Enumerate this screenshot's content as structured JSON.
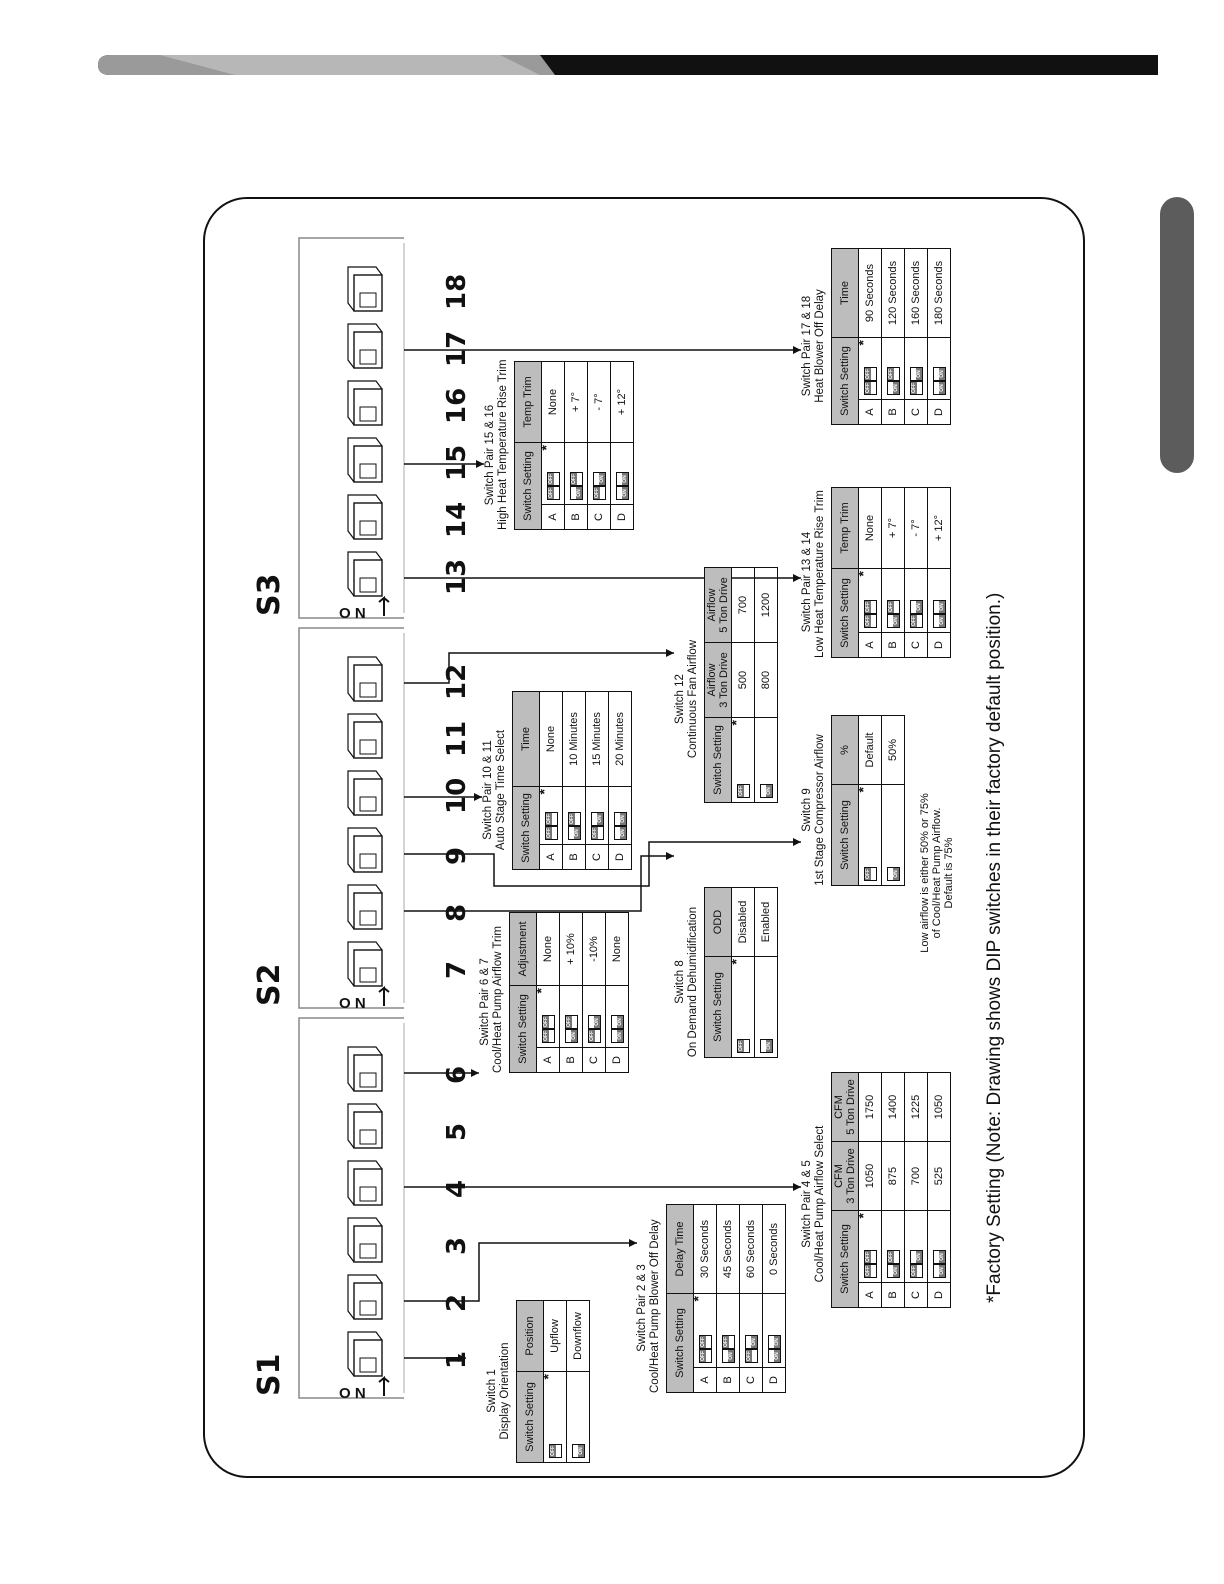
{
  "colors": {
    "header_dark": "#111111",
    "header_gray": "#9a9a9a",
    "side_tab": "#5c5c5c",
    "table_header": "#bdbdbd",
    "switch_state": "#777777"
  },
  "blocks": [
    {
      "id": "S1",
      "label": "S1",
      "on": [
        "O",
        "N"
      ],
      "switches": [
        "1",
        "2",
        "3",
        "4",
        "5",
        "6"
      ]
    },
    {
      "id": "S2",
      "label": "S2",
      "on": [
        "O",
        "N"
      ],
      "switches": [
        "7",
        "8",
        "9",
        "10",
        "11",
        "12"
      ]
    },
    {
      "id": "S3",
      "label": "S3",
      "on": [
        "O",
        "N"
      ],
      "switches": [
        "13",
        "14",
        "15",
        "16",
        "17",
        "18"
      ]
    }
  ],
  "settings": {
    "sw1": {
      "title": [
        "Switch 1",
        "Display Orientation"
      ],
      "columns": [
        "Switch Setting",
        "Position"
      ],
      "rows": [
        {
          "state": [
            "OFF"
          ],
          "value": "Upflow",
          "default": true
        },
        {
          "state": [
            "ON"
          ],
          "value": "Downflow"
        }
      ]
    },
    "sw23": {
      "title": [
        "Switch Pair 2 & 3",
        "Cool/Heat Pump Blower Off Delay"
      ],
      "columns": [
        "Switch Setting",
        "Delay Time"
      ],
      "rows": [
        {
          "letter": "A",
          "state": [
            "OFF",
            "OFF"
          ],
          "value": "30 Seconds",
          "default": true
        },
        {
          "letter": "B",
          "state": [
            "ON",
            "OFF"
          ],
          "value": "45 Seconds"
        },
        {
          "letter": "C",
          "state": [
            "OFF",
            "ON"
          ],
          "value": "60 Seconds"
        },
        {
          "letter": "D",
          "state": [
            "ON",
            "ON"
          ],
          "value": "0 Seconds"
        }
      ]
    },
    "sw45": {
      "title": [
        "Switch Pair 4 & 5",
        "Cool/Heat Pump Airflow Select"
      ],
      "columns": [
        "Switch Setting",
        "CFM\n3 Ton Drive",
        "CFM\n5 Ton Drive"
      ],
      "rows": [
        {
          "letter": "A",
          "state": [
            "OFF",
            "OFF"
          ],
          "values": [
            "1050",
            "1750"
          ],
          "default": true
        },
        {
          "letter": "B",
          "state": [
            "ON",
            "OFF"
          ],
          "values": [
            "875",
            "1400"
          ]
        },
        {
          "letter": "C",
          "state": [
            "OFF",
            "ON"
          ],
          "values": [
            "700",
            "1225"
          ]
        },
        {
          "letter": "D",
          "state": [
            "ON",
            "ON"
          ],
          "values": [
            "525",
            "1050"
          ]
        }
      ]
    },
    "sw67": {
      "title": [
        "Switch Pair 6 & 7",
        "Cool/Heat Pump Airflow Trim"
      ],
      "columns": [
        "Switch Setting",
        "Adjustment"
      ],
      "rows": [
        {
          "letter": "A",
          "state": [
            "OFF",
            "OFF"
          ],
          "value": "None",
          "default": true
        },
        {
          "letter": "B",
          "state": [
            "ON",
            "OFF"
          ],
          "value": "+ 10%"
        },
        {
          "letter": "C",
          "state": [
            "OFF",
            "ON"
          ],
          "value": "-10%"
        },
        {
          "letter": "D",
          "state": [
            "ON",
            "ON"
          ],
          "value": "None"
        }
      ]
    },
    "sw8": {
      "title": [
        "Switch 8",
        "On Demand Dehumidification"
      ],
      "columns": [
        "Switch Setting",
        "ODD"
      ],
      "rows": [
        {
          "state": [
            "OFF"
          ],
          "value": "Disabled",
          "default": true
        },
        {
          "state": [
            "ON"
          ],
          "value": "Enabled"
        }
      ]
    },
    "sw9": {
      "title": [
        "Switch 9",
        "1st Stage Compressor Airflow"
      ],
      "columns": [
        "Switch Setting",
        "%"
      ],
      "rows": [
        {
          "state": [
            "OFF"
          ],
          "value": "Default",
          "default": true
        },
        {
          "state": [
            "ON"
          ],
          "value": "50%"
        }
      ],
      "note": [
        "Low airflow is either 50% or 75%",
        "of Cool/Heat Pump Airflow.",
        "Default is 75%"
      ]
    },
    "sw1011": {
      "title": [
        "Switch Pair 10 & 11",
        "Auto Stage Time Select"
      ],
      "columns": [
        "Switch Setting",
        "Time"
      ],
      "rows": [
        {
          "letter": "A",
          "state": [
            "OFF",
            "OFF"
          ],
          "value": "None",
          "default": true
        },
        {
          "letter": "B",
          "state": [
            "ON",
            "OFF"
          ],
          "value": "10 Minutes"
        },
        {
          "letter": "C",
          "state": [
            "OFF",
            "ON"
          ],
          "value": "15 Minutes"
        },
        {
          "letter": "D",
          "state": [
            "ON",
            "ON"
          ],
          "value": "20 Minutes"
        }
      ]
    },
    "sw12": {
      "title": [
        "Switch 12",
        "Continuous Fan Airflow"
      ],
      "columns": [
        "Switch Setting",
        "Airflow\n3 Ton Drive",
        "Airflow\n5 Ton Drive"
      ],
      "rows": [
        {
          "state": [
            "OFF"
          ],
          "values": [
            "500",
            "700"
          ],
          "default": true
        },
        {
          "state": [
            "ON"
          ],
          "values": [
            "800",
            "1200"
          ]
        }
      ]
    },
    "sw1314": {
      "title": [
        "Switch Pair 13 & 14",
        "Low Heat Temperature Rise Trim"
      ],
      "columns": [
        "Switch Setting",
        "Temp Trim"
      ],
      "rows": [
        {
          "letter": "A",
          "state": [
            "OFF",
            "OFF"
          ],
          "value": "None",
          "default": true
        },
        {
          "letter": "B",
          "state": [
            "ON",
            "OFF"
          ],
          "value": "+ 7°"
        },
        {
          "letter": "C",
          "state": [
            "OFF",
            "ON"
          ],
          "value": "- 7°"
        },
        {
          "letter": "D",
          "state": [
            "ON",
            "ON"
          ],
          "value": "+ 12°"
        }
      ]
    },
    "sw1516": {
      "title": [
        "Switch Pair 15 & 16",
        "High Heat Temperature Rise Trim"
      ],
      "columns": [
        "Switch Setting",
        "Temp Trim"
      ],
      "rows": [
        {
          "letter": "A",
          "state": [
            "OFF",
            "OFF"
          ],
          "value": "None",
          "default": true
        },
        {
          "letter": "B",
          "state": [
            "ON",
            "OFF"
          ],
          "value": "+ 7°"
        },
        {
          "letter": "C",
          "state": [
            "OFF",
            "ON"
          ],
          "value": "- 7°"
        },
        {
          "letter": "D",
          "state": [
            "ON",
            "ON"
          ],
          "value": "+ 12°"
        }
      ]
    },
    "sw1718": {
      "title": [
        "Switch Pair 17 & 18",
        "Heat Blower Off Delay"
      ],
      "columns": [
        "Switch Setting",
        "Time"
      ],
      "rows": [
        {
          "letter": "A",
          "state": [
            "OFF",
            "OFF"
          ],
          "value": "90 Seconds",
          "default": true
        },
        {
          "letter": "B",
          "state": [
            "ON",
            "OFF"
          ],
          "value": "120 Seconds"
        },
        {
          "letter": "C",
          "state": [
            "OFF",
            "ON"
          ],
          "value": "160 Seconds"
        },
        {
          "letter": "D",
          "state": [
            "ON",
            "ON"
          ],
          "value": "180 Seconds"
        }
      ]
    }
  },
  "default_marker": "*",
  "footnote": "*Factory Setting (Note: Drawing shows DIP switches in their factory default position.)"
}
